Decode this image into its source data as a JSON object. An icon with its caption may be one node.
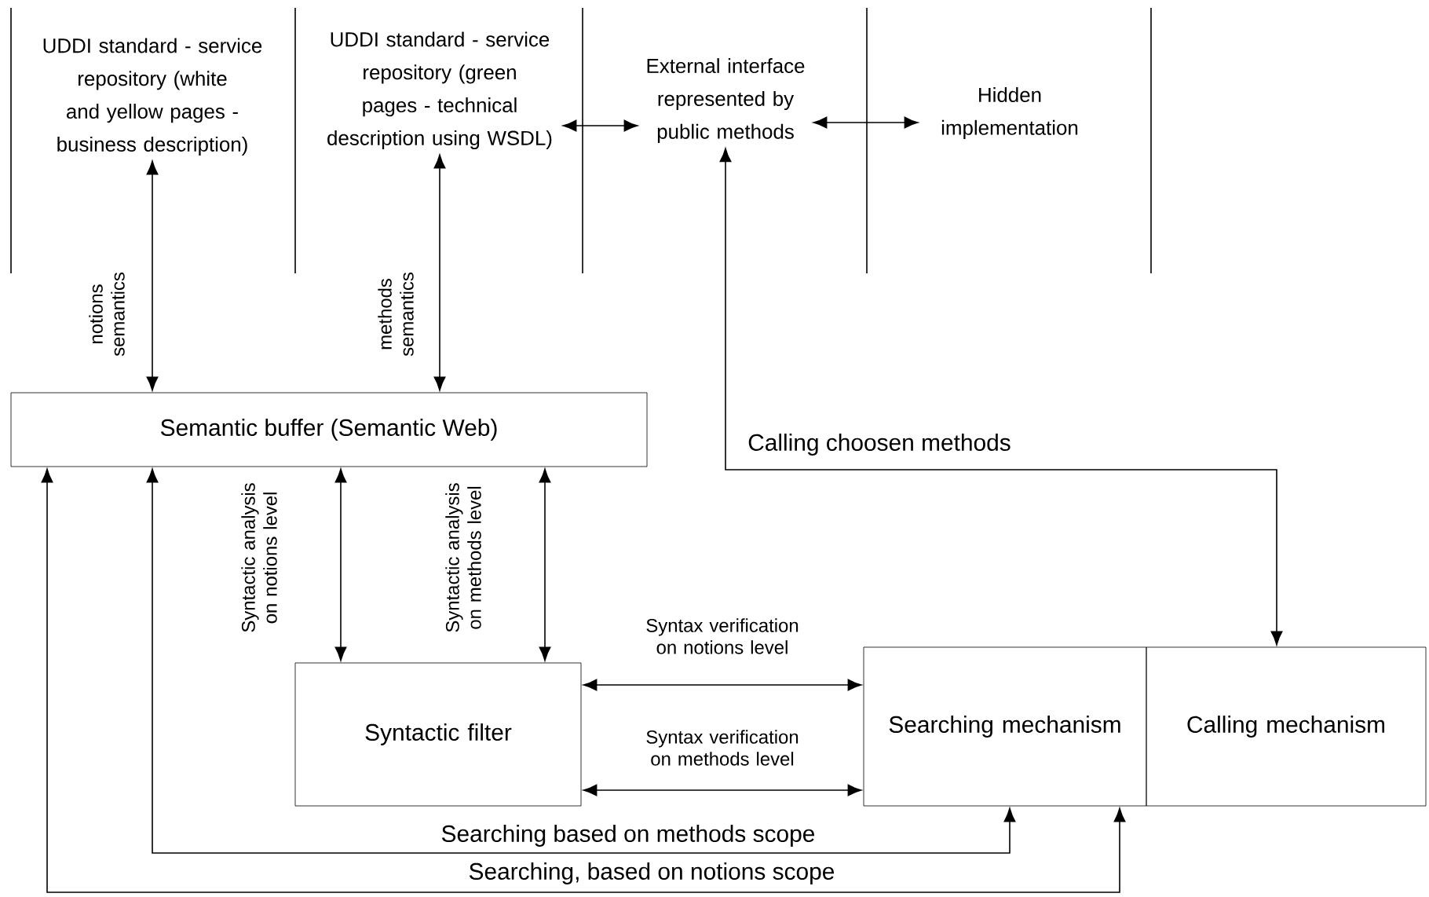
{
  "diagram": {
    "nodes": [
      {
        "text": [
          "UDDI standard - service repository (white and yellow pages - business description)"
        ]
      },
      {
        "text": [
          "UDDI standard - service repository (green pages - technical description using WSDL)"
        ]
      },
      {
        "text": [
          "External interface represented by public methods"
        ]
      },
      {
        "text": [
          "Hidden implementation"
        ]
      },
      {
        "text": [
          "Semantic buffer (Semantic Web)"
        ]
      },
      {
        "text": [
          "Syntactic filter"
        ]
      },
      {
        "text": [
          "Searching mechanism"
        ]
      },
      {
        "text": [
          "Calling mechanism"
        ]
      }
    ],
    "edges": [
      {
        "from": 0,
        "to": 4,
        "arrow": "both",
        "label": "notions semantics"
      },
      {
        "from": 1,
        "to": 4,
        "arrow": "both",
        "label": "methods semantics"
      },
      {
        "from": 1,
        "to": 2,
        "arrow": "both"
      },
      {
        "from": 2,
        "to": 3,
        "arrow": "both"
      },
      {
        "from": 7,
        "to": 2,
        "arrow": "both",
        "label": "Calling choosen methods"
      },
      {
        "from": 4,
        "to": 5,
        "arrow": "both",
        "label": "Syntactic analysis on notions level"
      },
      {
        "from": 4,
        "to": 5,
        "arrow": "both",
        "label": "Syntactic analysis on methods level"
      },
      {
        "from": 5,
        "to": 6,
        "arrow": "both",
        "label": "Syntax verification on notions level"
      },
      {
        "from": 5,
        "to": 6,
        "arrow": "both",
        "label": "Syntax verification on methods level"
      },
      {
        "from": 6,
        "to": 4,
        "arrow": "both",
        "label": "Searching based on methods scope"
      },
      {
        "from": 6,
        "to": 4,
        "arrow": "both",
        "label": "Searching, based on notions scope"
      }
    ]
  }
}
